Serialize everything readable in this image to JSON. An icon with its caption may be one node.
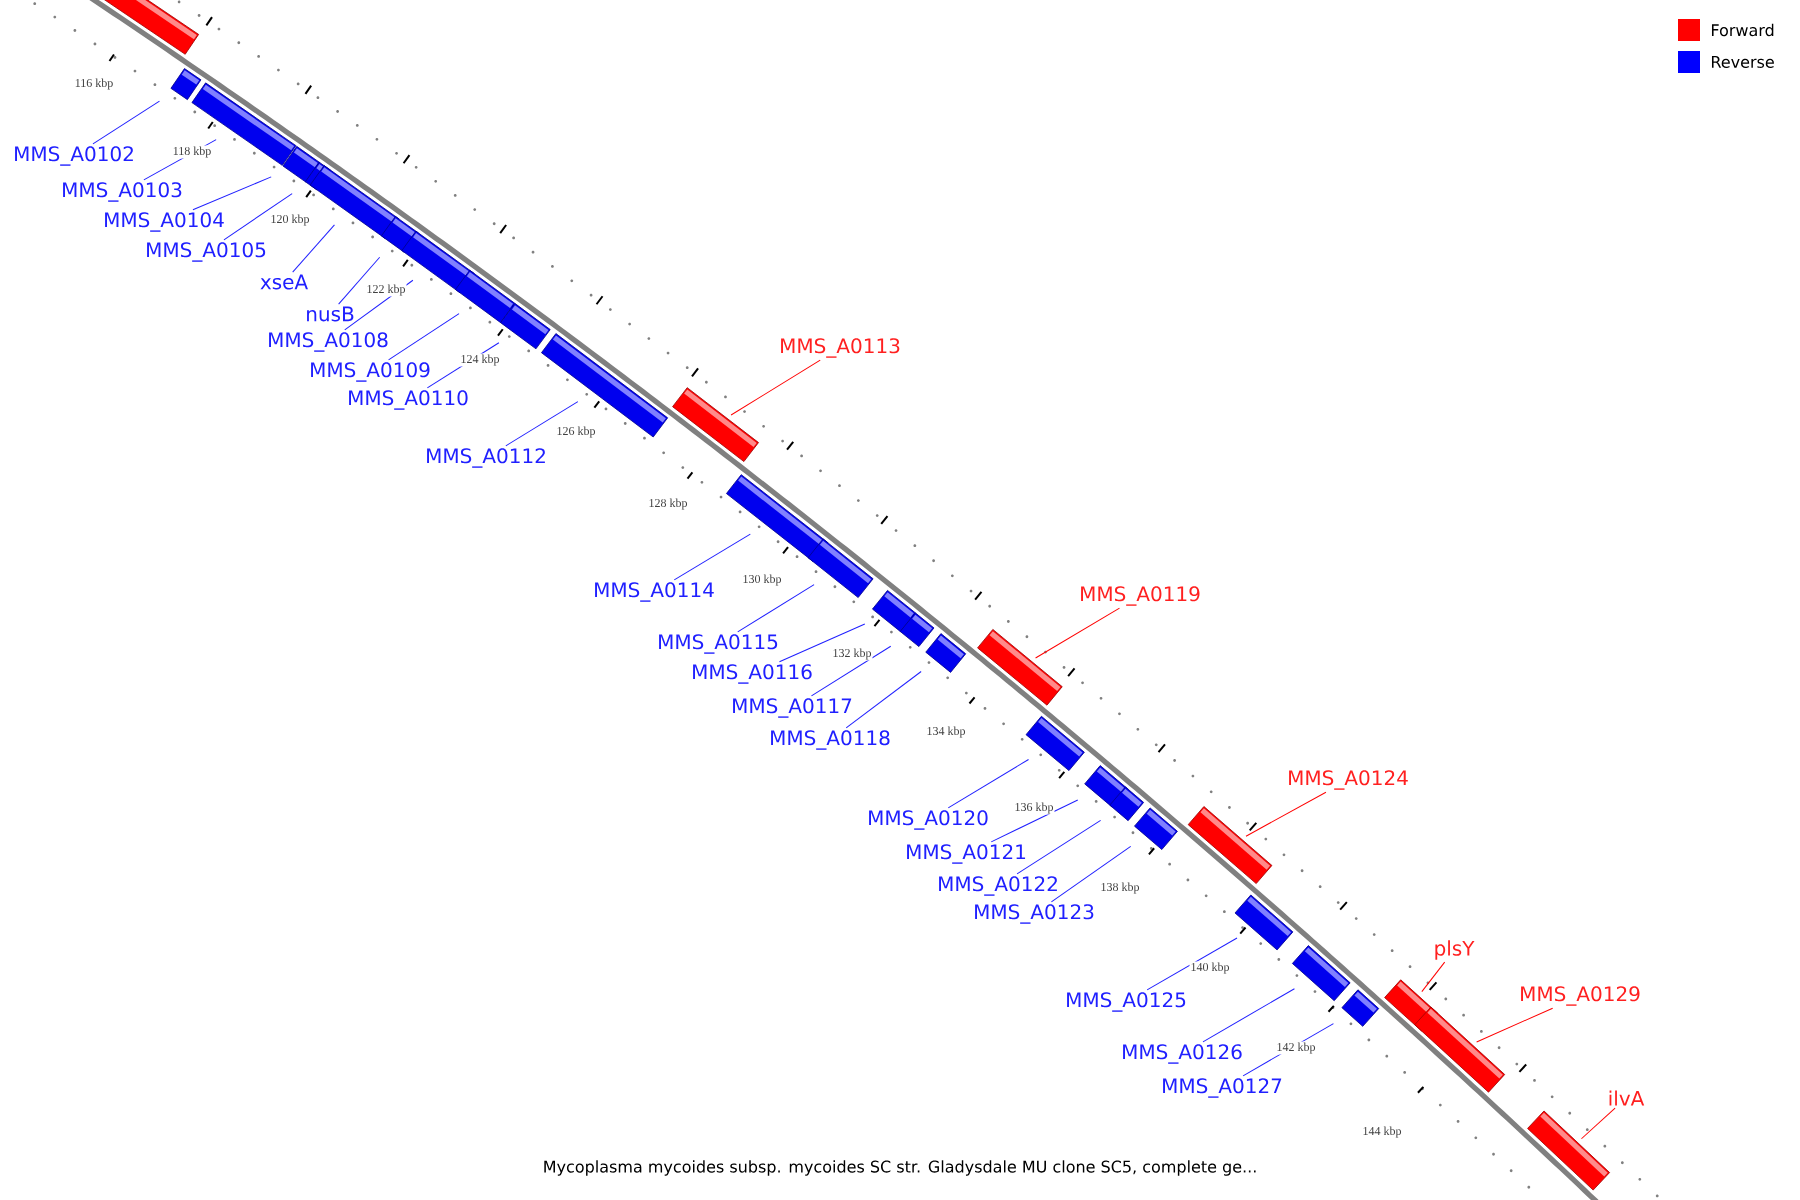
{
  "diagram": {
    "caption": "Mycoplasma mycoides subsp. mycoides SC str. Gladysdale MU clone SC5, complete ge...",
    "nodes": [
      {
        "text": [],
        "shape": "bar"
      },
      {
        "text": [
          "MMS_A0102"
        ]
      },
      {
        "text": [],
        "shape": "bar"
      },
      {
        "text": [
          "MMS_A0103"
        ]
      },
      {
        "text": [],
        "shape": "bar"
      },
      {
        "text": [
          "MMS_A0104"
        ]
      },
      {
        "text": [],
        "shape": "bar"
      },
      {
        "text": [
          "MMS_A0105"
        ]
      },
      {
        "text": [],
        "shape": "bar"
      },
      {
        "text": [
          "xseA"
        ]
      },
      {
        "text": [],
        "shape": "bar"
      },
      {
        "text": [
          "nusB"
        ]
      },
      {
        "text": [],
        "shape": "bar"
      },
      {
        "text": [
          "MMS_A0108"
        ]
      },
      {
        "text": [],
        "shape": "bar"
      },
      {
        "text": [
          "MMS_A0109"
        ]
      },
      {
        "text": [],
        "shape": "bar"
      },
      {
        "text": [
          "MMS_A0110"
        ]
      },
      {
        "text": [],
        "shape": "bar"
      },
      {
        "text": [
          "MMS_A0112"
        ]
      },
      {
        "text": [],
        "shape": "bar"
      },
      {
        "text": [
          "MMS_A0113"
        ]
      },
      {
        "text": [],
        "shape": "bar"
      },
      {
        "text": [
          "MMS_A0114"
        ]
      },
      {
        "text": [],
        "shape": "bar"
      },
      {
        "text": [
          "MMS_A0115"
        ]
      },
      {
        "text": [],
        "shape": "bar"
      },
      {
        "text": [
          "MMS_A0116"
        ]
      },
      {
        "text": [],
        "shape": "bar"
      },
      {
        "text": [
          "MMS_A0117"
        ]
      },
      {
        "text": [],
        "shape": "bar"
      },
      {
        "text": [
          "MMS_A0118"
        ]
      },
      {
        "text": [],
        "shape": "bar"
      },
      {
        "text": [
          "MMS_A0119"
        ]
      },
      {
        "text": [],
        "shape": "bar"
      },
      {
        "text": [
          "MMS_A0120"
        ]
      },
      {
        "text": [],
        "shape": "bar"
      },
      {
        "text": [
          "MMS_A0121"
        ]
      },
      {
        "text": [],
        "shape": "bar"
      },
      {
        "text": [
          "MMS_A0122"
        ]
      },
      {
        "text": [],
        "shape": "bar"
      },
      {
        "text": [
          "MMS_A0123"
        ]
      },
      {
        "text": [],
        "shape": "bar"
      },
      {
        "text": [
          "MMS_A0124"
        ]
      },
      {
        "text": [],
        "shape": "bar"
      },
      {
        "text": [
          "MMS_A0125"
        ]
      },
      {
        "text": [],
        "shape": "bar"
      },
      {
        "text": [
          "MMS_A0126"
        ]
      },
      {
        "text": [],
        "shape": "bar"
      },
      {
        "text": [
          "MMS_A0127"
        ]
      },
      {
        "text": [],
        "shape": "bar"
      },
      {
        "text": [
          "plsY"
        ]
      },
      {
        "text": [],
        "shape": "bar"
      },
      {
        "text": [
          "MMS_A0129"
        ]
      },
      {
        "text": [],
        "shape": "bar"
      },
      {
        "text": [
          "ilvA"
        ]
      },
      {
        "text": [],
        "shape": "bar"
      }
    ],
    "edges": [
      {
        "from": 1,
        "to": 2,
        "arrow": "none"
      },
      {
        "from": 3,
        "to": 4,
        "arrow": "none"
      },
      {
        "from": 5,
        "to": 6,
        "arrow": "none"
      },
      {
        "from": 7,
        "to": 8,
        "arrow": "none"
      },
      {
        "from": 9,
        "to": 10,
        "arrow": "none"
      },
      {
        "from": 11,
        "to": 12,
        "arrow": "none"
      },
      {
        "from": 13,
        "to": 14,
        "arrow": "none"
      },
      {
        "from": 15,
        "to": 16,
        "arrow": "none"
      },
      {
        "from": 17,
        "to": 18,
        "arrow": "none"
      },
      {
        "from": 19,
        "to": 20,
        "arrow": "none"
      },
      {
        "from": 21,
        "to": 22,
        "arrow": "none",
        "color": "#ff0000"
      },
      {
        "from": 23,
        "to": 24,
        "arrow": "none"
      },
      {
        "from": 25,
        "to": 26,
        "arrow": "none"
      },
      {
        "from": 27,
        "to": 28,
        "arrow": "none"
      },
      {
        "from": 29,
        "to": 30,
        "arrow": "none"
      },
      {
        "from": 31,
        "to": 32,
        "arrow": "none"
      },
      {
        "from": 33,
        "to": 34,
        "arrow": "none",
        "color": "#ff0000"
      },
      {
        "from": 35,
        "to": 36,
        "arrow": "none"
      },
      {
        "from": 37,
        "to": 38,
        "arrow": "none"
      },
      {
        "from": 39,
        "to": 40,
        "arrow": "none"
      },
      {
        "from": 41,
        "to": 42,
        "arrow": "none"
      },
      {
        "from": 43,
        "to": 44,
        "arrow": "none",
        "color": "#ff0000"
      },
      {
        "from": 45,
        "to": 46,
        "arrow": "none"
      },
      {
        "from": 47,
        "to": 48,
        "arrow": "none"
      },
      {
        "from": 49,
        "to": 50,
        "arrow": "none"
      },
      {
        "from": 51,
        "to": 52,
        "arrow": "none",
        "color": "#ff0000"
      },
      {
        "from": 53,
        "to": 54,
        "arrow": "none",
        "color": "#ff0000"
      },
      {
        "from": 55,
        "to": 56,
        "arrow": "none",
        "color": "#ff0000"
      }
    ],
    "labels": [
      "116 kbp",
      "118 kbp",
      "120 kbp",
      "122 kbp",
      "124 kbp",
      "126 kbp",
      "128 kbp",
      "130 kbp",
      "132 kbp",
      "134 kbp",
      "136 kbp",
      "138 kbp",
      "140 kbp",
      "142 kbp",
      "144 kbp"
    ],
    "legend": [
      {
        "text": "Forward",
        "color": "#ff0000"
      },
      {
        "text": "Reverse",
        "color": "#0000ff"
      }
    ]
  }
}
